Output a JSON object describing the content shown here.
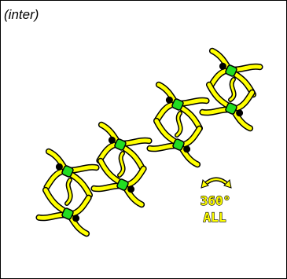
{
  "diagram": {
    "label": "(inter)",
    "rotation_text_line1": "360°",
    "rotation_text_line2": "ALL",
    "icons": {
      "rotation": "rotation-arrow-icon",
      "skydiver": "skydiver-figure-icon"
    },
    "colors": {
      "suit": "#ffff00",
      "harness": "#22dd22",
      "outline": "#000000",
      "rotation_text": "#ffff00",
      "rotation_arrow": "#ffff00"
    },
    "pairs": [
      {
        "id": "pair-1",
        "figures": 2
      },
      {
        "id": "pair-2",
        "figures": 2
      },
      {
        "id": "pair-3",
        "figures": 2
      },
      {
        "id": "pair-4",
        "figures": 2
      }
    ]
  }
}
